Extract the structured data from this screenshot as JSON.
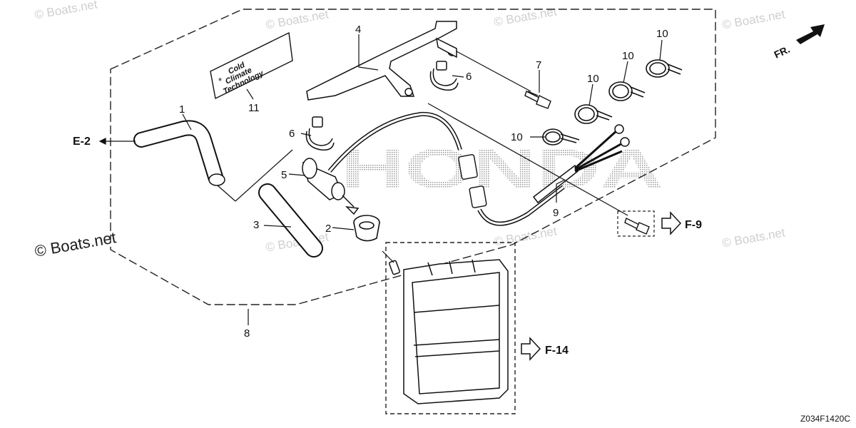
{
  "watermark": {
    "text": "© Boats.net",
    "prominent_text": "© Boats.net"
  },
  "brand_background": "HONDA",
  "decal_text": [
    "Cold",
    "Climate",
    "Technology"
  ],
  "direction_label": "FR.",
  "drawing_code": "Z034F1420C",
  "references": {
    "e2": "E-2",
    "f9": "F-9",
    "f14": "F-14"
  },
  "parts": [
    {
      "id": "part-1",
      "number": "1",
      "icon": "hose-elbow-icon"
    },
    {
      "id": "part-2",
      "number": "2",
      "icon": "grommet-icon"
    },
    {
      "id": "part-3",
      "number": "3",
      "icon": "hose-straight-icon"
    },
    {
      "id": "part-4",
      "number": "4",
      "icon": "bracket-icon"
    },
    {
      "id": "part-5",
      "number": "5",
      "icon": "thermostat-valve-icon"
    },
    {
      "id": "part-6a",
      "number": "6",
      "icon": "clip-icon"
    },
    {
      "id": "part-6b",
      "number": "6",
      "icon": "clip-icon"
    },
    {
      "id": "part-7",
      "number": "7",
      "icon": "bolt-icon"
    },
    {
      "id": "part-8",
      "number": "8",
      "icon": "assembly-outline-icon"
    },
    {
      "id": "part-9",
      "number": "9",
      "icon": "wire-harness-icon"
    },
    {
      "id": "part-10a",
      "number": "10",
      "icon": "hose-clamp-icon"
    },
    {
      "id": "part-10b",
      "number": "10",
      "icon": "hose-clamp-icon"
    },
    {
      "id": "part-10c",
      "number": "10",
      "icon": "hose-clamp-icon"
    },
    {
      "id": "part-10d",
      "number": "10",
      "icon": "hose-clamp-icon"
    },
    {
      "id": "part-11",
      "number": "11",
      "icon": "decal-icon"
    }
  ],
  "colors": {
    "line": "#111111",
    "dashed": "#222222",
    "watermark": "#cfcfcf",
    "honda_pattern": "#b0b0b0"
  }
}
